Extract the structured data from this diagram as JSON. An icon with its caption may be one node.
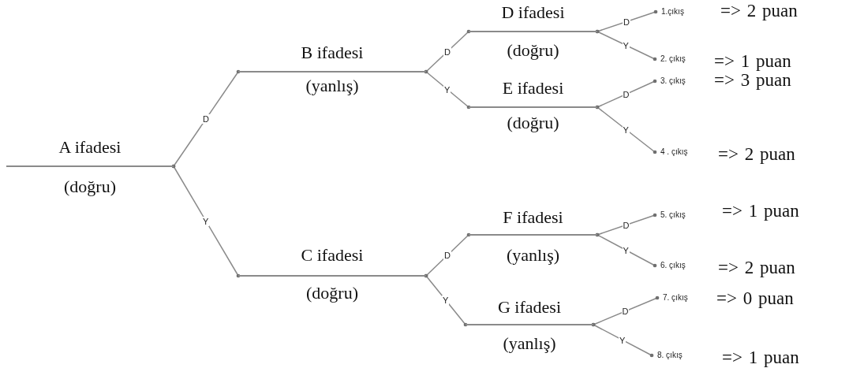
{
  "diagram": {
    "nodes": [
      {
        "text": [
          "A ifadesi",
          "(doğru)"
        ]
      },
      {
        "text": [
          "B ifadesi",
          "(yanlış)"
        ]
      },
      {
        "text": [
          "C ifadesi",
          "(doğru)"
        ]
      },
      {
        "text": [
          "D ifadesi",
          "(doğru)"
        ]
      },
      {
        "text": [
          "E ifadesi",
          "(doğru)"
        ]
      },
      {
        "text": [
          "F ifadesi",
          "(yanlış)"
        ]
      },
      {
        "text": [
          "G ifadesi",
          "(yanlış)"
        ]
      },
      {
        "text": [
          "1.çıkış"
        ],
        "beside": [
          "=> 2 puan"
        ]
      },
      {
        "text": [
          "2. çıkış"
        ],
        "beside": [
          "=> 1 puan"
        ]
      },
      {
        "text": [
          "3. çıkış"
        ],
        "beside": [
          "=> 3 puan"
        ]
      },
      {
        "text": [
          "4 . çıkış"
        ],
        "beside": [
          "=> 2 puan"
        ]
      },
      {
        "text": [
          "5. çıkış"
        ],
        "beside": [
          "=> 1 puan"
        ]
      },
      {
        "text": [
          "6. çıkış"
        ],
        "beside": [
          "=> 2 puan"
        ]
      },
      {
        "text": [
          "7. çıkış"
        ],
        "beside": [
          "=> 0 puan"
        ]
      },
      {
        "text": [
          "8. çıkış"
        ],
        "beside": [
          "=> 1 puan"
        ]
      }
    ],
    "edges": [
      {
        "from": 0,
        "to": 1,
        "arrow": "other",
        "label": "D"
      },
      {
        "from": 0,
        "to": 2,
        "arrow": "other",
        "label": "Y"
      },
      {
        "from": 1,
        "to": 3,
        "arrow": "other",
        "label": "D"
      },
      {
        "from": 1,
        "to": 4,
        "arrow": "other",
        "label": "Y"
      },
      {
        "from": 2,
        "to": 5,
        "arrow": "other",
        "label": "D"
      },
      {
        "from": 2,
        "to": 6,
        "arrow": "other",
        "label": "Y"
      },
      {
        "from": 3,
        "to": 7,
        "arrow": "other",
        "label": "D"
      },
      {
        "from": 3,
        "to": 8,
        "arrow": "other",
        "label": "Y"
      },
      {
        "from": 4,
        "to": 9,
        "arrow": "other",
        "label": "D"
      },
      {
        "from": 4,
        "to": 10,
        "arrow": "other",
        "label": "Y"
      },
      {
        "from": 5,
        "to": 11,
        "arrow": "other",
        "label": "D"
      },
      {
        "from": 5,
        "to": 12,
        "arrow": "other",
        "label": "Y"
      },
      {
        "from": 6,
        "to": 13,
        "arrow": "other",
        "label": "D"
      },
      {
        "from": 6,
        "to": 14,
        "arrow": "other",
        "label": "Y"
      }
    ]
  }
}
